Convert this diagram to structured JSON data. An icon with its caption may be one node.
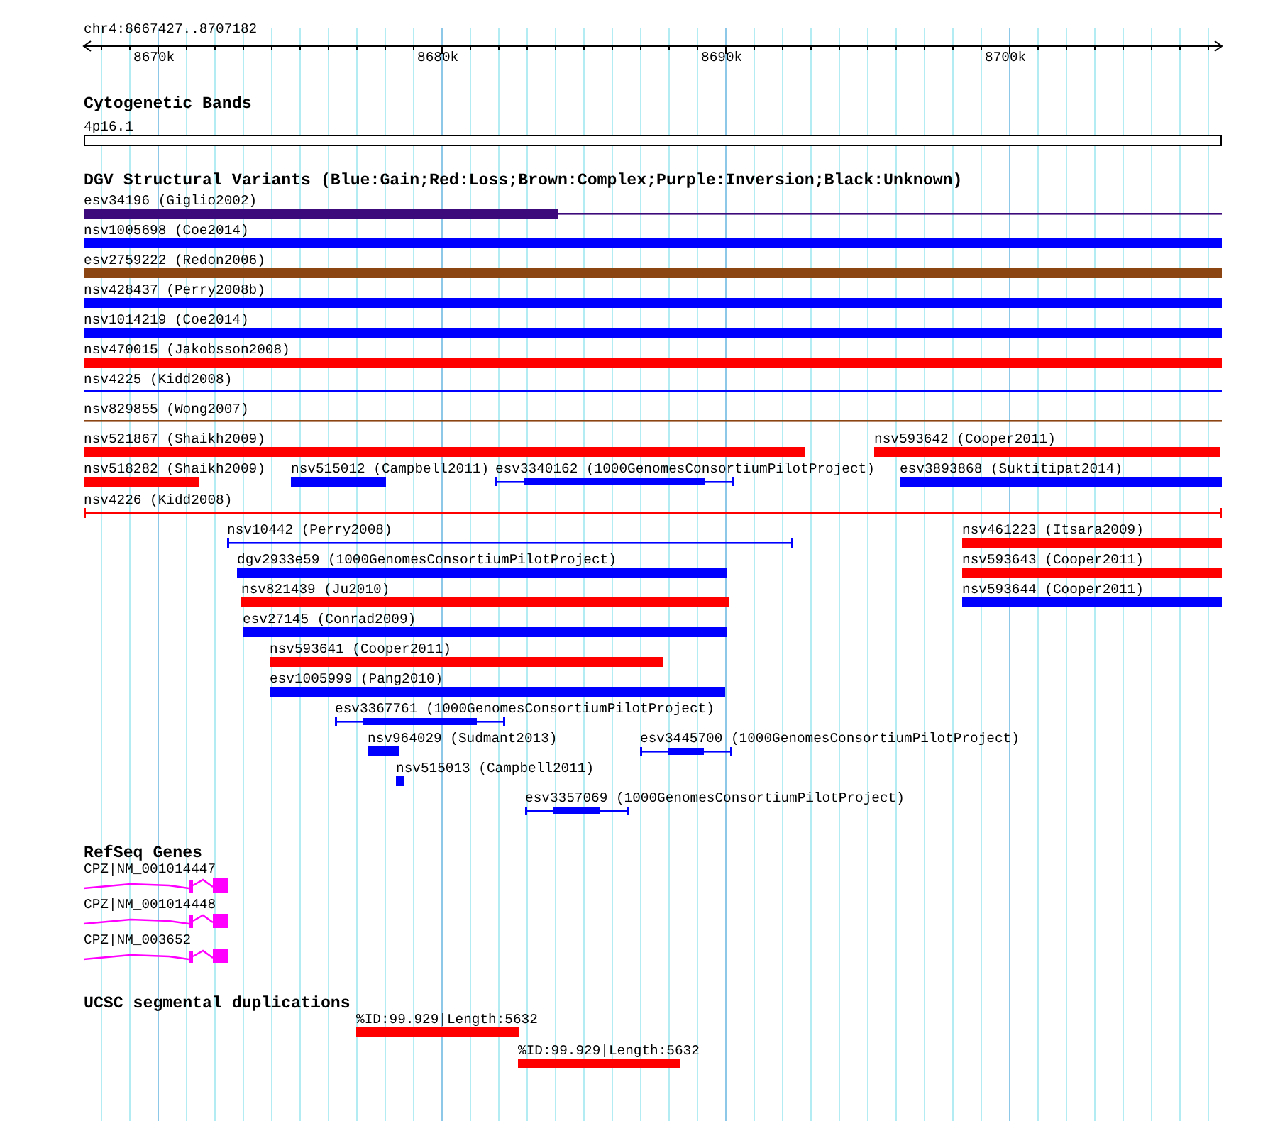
{
  "diagram": {
    "nodes": [
      {
        "text": [
          "4p16.1"
        ]
      },
      {
        "text": [
          "esv34196 (Giglio2002)"
        ]
      },
      {
        "text": [
          "nsv1005698 (Coe2014)"
        ]
      },
      {
        "text": [
          "esv2759222 (Redon2006)"
        ]
      },
      {
        "text": [
          "nsv428437 (Perry2008b)"
        ]
      },
      {
        "text": [
          "nsv1014219 (Coe2014)"
        ]
      },
      {
        "text": [
          "nsv470015 (Jakobsson2008)"
        ]
      },
      {
        "text": [
          "nsv4225 (Kidd2008)"
        ]
      },
      {
        "text": [
          "nsv829855 (Wong2007)"
        ]
      },
      {
        "text": [
          "nsv521867 (Shaikh2009)"
        ]
      },
      {
        "text": [
          "nsv593642 (Cooper2011)"
        ]
      },
      {
        "text": [
          "nsv518282 (Shaikh2009)"
        ]
      },
      {
        "text": [
          "nsv515012 (Campbell2011)"
        ]
      },
      {
        "text": [
          "esv3340162 (1000GenomesConsortiumPilotProject)"
        ]
      },
      {
        "text": [
          "esv3893868 (Suktitipat2014)"
        ]
      },
      {
        "text": [
          "nsv4226 (Kidd2008)"
        ]
      },
      {
        "text": [
          "nsv10442 (Perry2008)"
        ]
      },
      {
        "text": [
          "nsv461223 (Itsara2009)"
        ]
      },
      {
        "text": [
          "dgv2933e59 (1000GenomesConsortiumPilotProject)"
        ]
      },
      {
        "text": [
          "nsv593643 (Cooper2011)"
        ]
      },
      {
        "text": [
          "nsv821439 (Ju2010)"
        ]
      },
      {
        "text": [
          "nsv593644 (Cooper2011)"
        ]
      },
      {
        "text": [
          "esv27145 (Conrad2009)"
        ]
      },
      {
        "text": [
          "nsv593641 (Cooper2011)"
        ]
      },
      {
        "text": [
          "esv1005999 (Pang2010)"
        ]
      },
      {
        "text": [
          "esv3367761 (1000GenomesConsortiumPilotProject)"
        ]
      },
      {
        "text": [
          "nsv964029 (Sudmant2013)"
        ]
      },
      {
        "text": [
          "esv3445700 (1000GenomesConsortiumPilotProject)"
        ]
      },
      {
        "text": [
          "nsv515013 (Campbell2011)"
        ]
      },
      {
        "text": [
          "esv3357069 (1000GenomesConsortiumPilotProject)"
        ]
      },
      {
        "text": [
          "CPZ|NM_001014447"
        ]
      },
      {
        "text": [
          "CPZ|NM_001014448"
        ]
      },
      {
        "text": [
          "CPZ|NM_003652"
        ]
      },
      {
        "text": [
          "%ID:99.929|Length:5632"
        ]
      },
      {
        "text": [
          "%ID:99.929|Length:5632"
        ]
      }
    ],
    "labels": [
      "chr4:8667427..8707182",
      "8670k",
      "8680k",
      "8690k",
      "8700k",
      "Cytogenetic Bands",
      "DGV Structural Variants (Blue:Gain;Red:Loss;Brown:Complex;Purple:Inversion;Black:Unknown)",
      "RefSeq Genes",
      "UCSC segmental duplications"
    ]
  }
}
